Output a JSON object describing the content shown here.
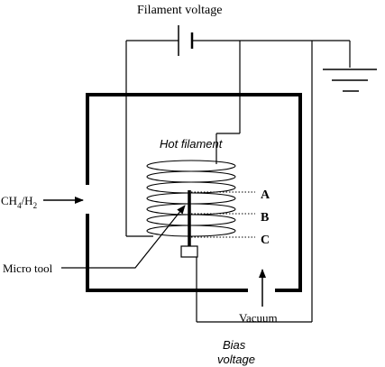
{
  "labels": {
    "filament_voltage": "Filament voltage",
    "hot_filament": "Hot filament",
    "gas_inlet": "CH",
    "gas_inlet_sub1": "4",
    "gas_inlet_mid": "/H",
    "gas_inlet_sub2": "2",
    "micro_tool": "Micro tool",
    "vacuum": "Vacuum",
    "bias_line1": "Bias",
    "bias_line2": "voltage",
    "point_a": "A",
    "point_b": "B",
    "point_c": "C"
  }
}
